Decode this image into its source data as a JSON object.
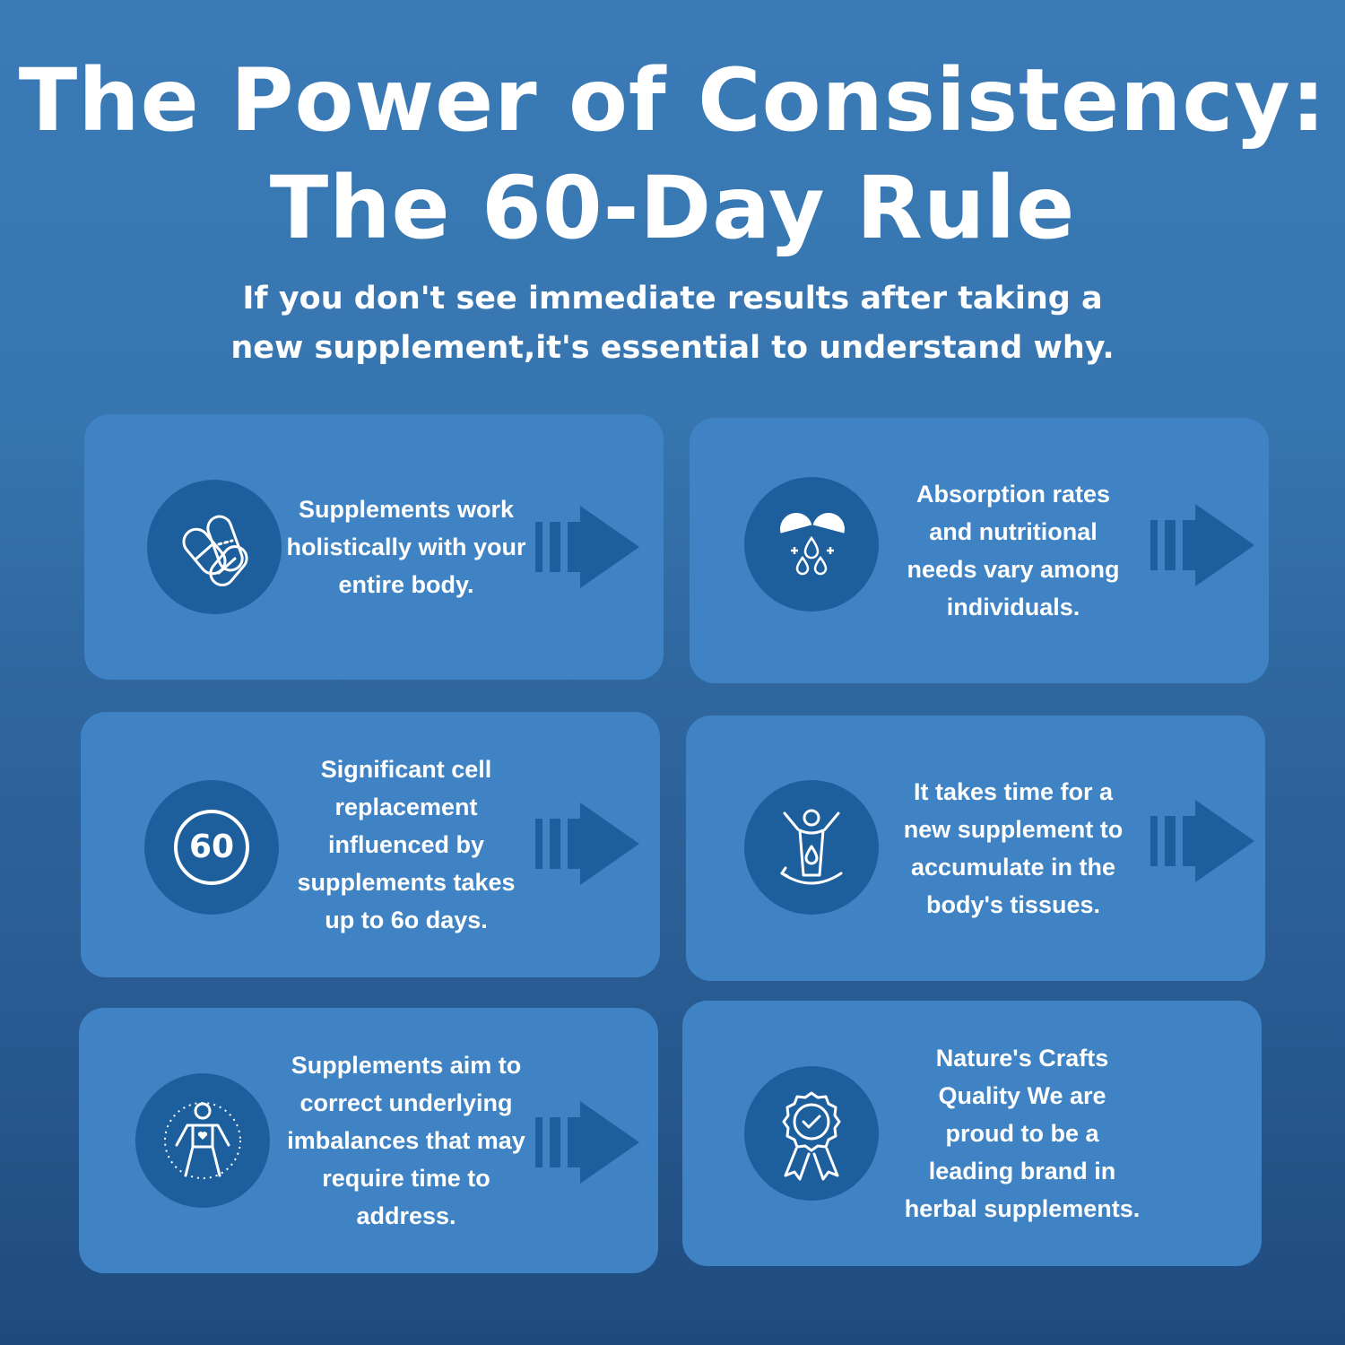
{
  "header": {
    "title_line1": "The Power of Consistency:",
    "title_line2": "The 60-Day Rule",
    "subtitle": "If you don't see immediate results after taking a new supplement,it's essential to understand why."
  },
  "colors": {
    "card": "#3f83c4",
    "icon_circle": "#1d5f9d",
    "arrow": "#1d5f9d",
    "text": "#ffffff"
  },
  "cards": [
    {
      "text": "Supplements work holistically with your entire body.",
      "icon": "capsules-icon"
    },
    {
      "text": "Absorption rates and nutritional needs vary among individuals.",
      "icon": "capsule-drops-icon"
    },
    {
      "text": "Significant cell replacement influenced by supplements takes up to 6o days.",
      "icon": "sixty-days-icon",
      "icon_label": "60"
    },
    {
      "text": "It takes time for a new supplement to accumulate in the body's tissues.",
      "icon": "body-absorption-icon"
    },
    {
      "text": "Supplements aim to correct underlying imbalances that may require time to address.",
      "icon": "body-balance-icon"
    },
    {
      "text": "Nature's Crafts Quality We are proud to be a leading brand in herbal supplements.",
      "icon": "quality-badge-icon"
    }
  ]
}
